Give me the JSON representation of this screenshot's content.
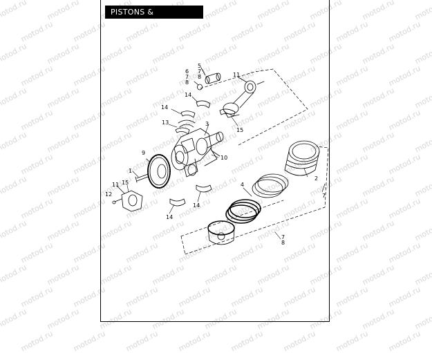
{
  "title": "PISTONS & CRANKSHAFTS",
  "watermark": "motod.ru",
  "callouts": {
    "c1": "1",
    "c2": "2",
    "c3": "3",
    "c4": "4",
    "c5a": "5",
    "c5b": "7",
    "c5c": "8",
    "c6a": "6",
    "c6b": "7",
    "c6c": "8",
    "c7": "7",
    "c7b": "7",
    "c8b": "8",
    "c9": "9",
    "c10": "10",
    "c11top": "11",
    "c11left": "11",
    "c12": "12",
    "c13": "13",
    "c14a": "14",
    "c14b": "14",
    "c14c": "14",
    "c14d": "14",
    "c15a": "15",
    "c15b": "15"
  },
  "colors": {
    "line": "#000000",
    "watermark": "#d6d6d6",
    "title_bg": "#000000",
    "title_fg": "#ffffff"
  }
}
